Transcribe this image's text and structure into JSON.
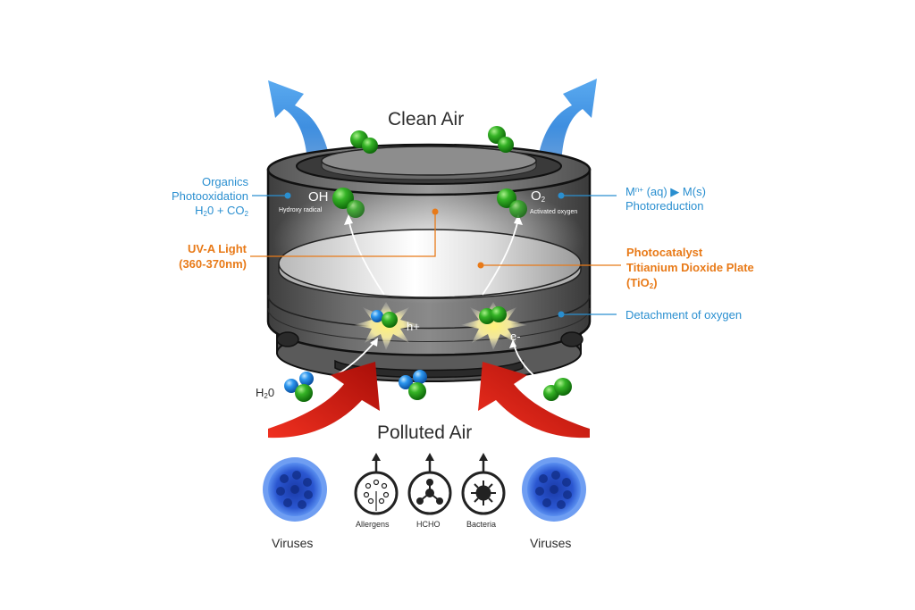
{
  "title_top": "Clean Air",
  "title_bottom": "Polluted Air",
  "left_labels": {
    "organics": {
      "line1": "Organics",
      "line2": "Photooxidation",
      "line3_h": "H",
      "line3_sub1": "2",
      "line3_mid": "0 + CO",
      "line3_sub2": "2"
    },
    "uv": {
      "line1": "UV-A Light",
      "line2": "(360-370nm)"
    }
  },
  "right_labels": {
    "photoreduction": {
      "m": "M",
      "sup": "n+",
      "rest": " (aq) ▶ M(s)",
      "line2": "Photoreduction"
    },
    "photocatalyst": {
      "line1": "Photocatalyst",
      "line2": "Titianium Dioxide Plate",
      "line3_a": "(TiO",
      "line3_sub": "2",
      "line3_b": ")"
    },
    "detachment": "Detachment of oxygen"
  },
  "inner_labels": {
    "oh": "OH",
    "oh_caption": "Hydroxy radical",
    "o2": "O",
    "o2_sub": "2",
    "o2_caption": "Activated oxygen",
    "h_plus": "h+",
    "e_minus": "e-",
    "water_h": "H",
    "water_sub": "2",
    "water_o": "0"
  },
  "pollutants": [
    {
      "label": "Viruses",
      "icon": "virus-icon"
    },
    {
      "label": "Allergens",
      "icon": "allergen-icon"
    },
    {
      "label": "HCHO",
      "icon": "formaldehyde-icon"
    },
    {
      "label": "Bacteria",
      "icon": "bacteria-icon"
    },
    {
      "label": "Viruses",
      "icon": "virus-icon"
    }
  ],
  "colors": {
    "accent_blue": "#2a8fd0",
    "accent_orange": "#e87a18",
    "clean_arrow": "#3f8fe0",
    "polluted_arrow": "#d9261c",
    "molecule_green": "#2fa023",
    "molecule_blue": "#2a8fe6",
    "body_gray": "#5a5a5a"
  }
}
